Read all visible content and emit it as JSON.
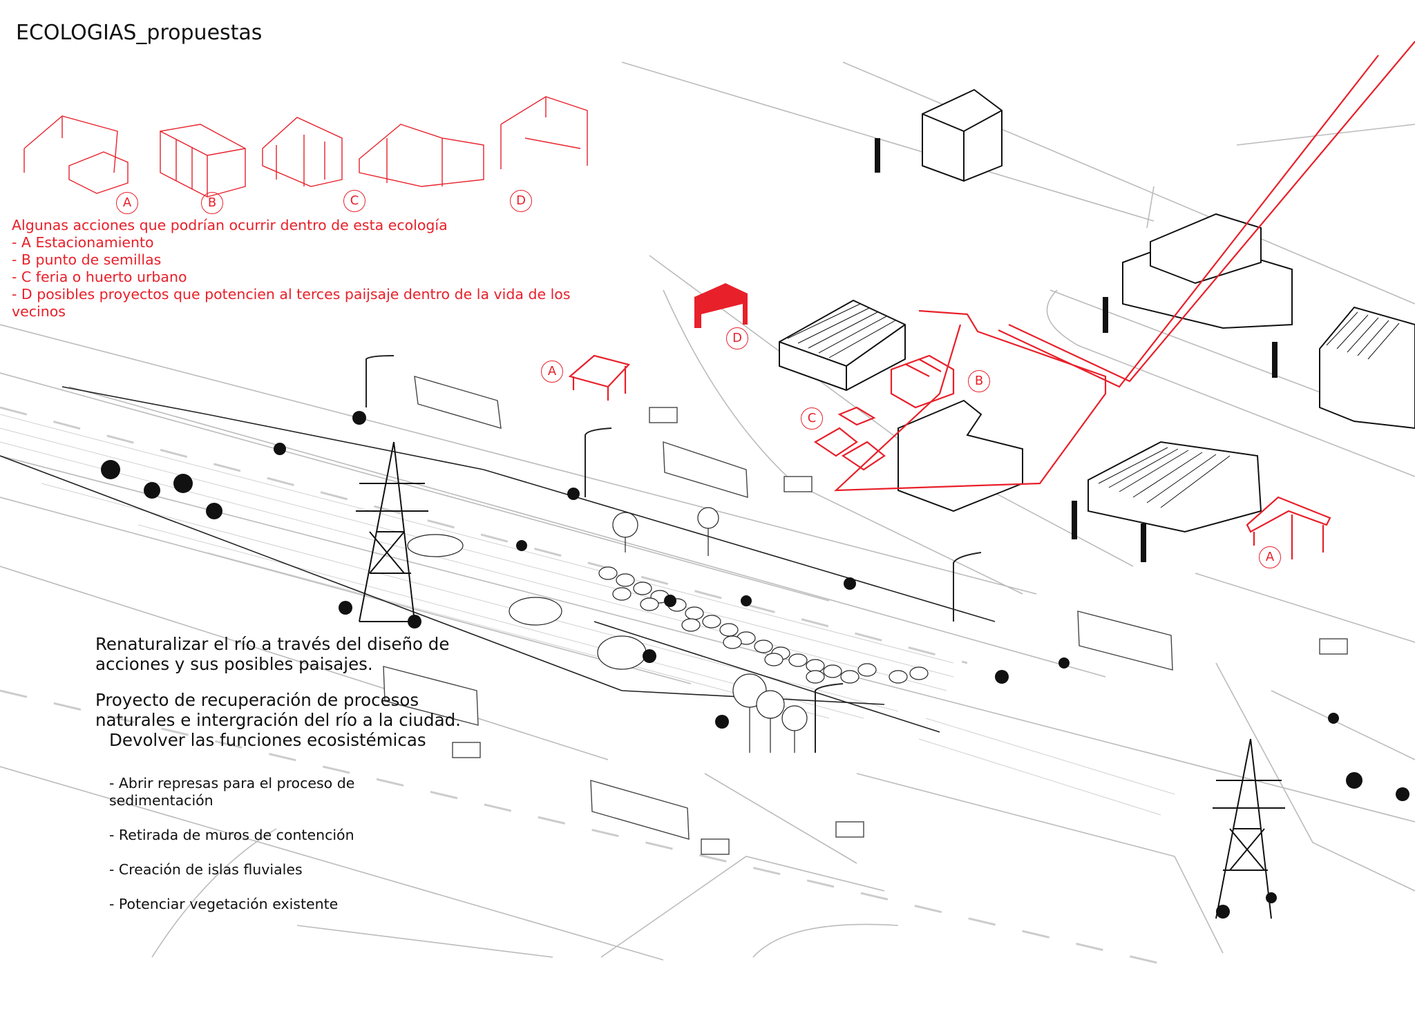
{
  "title": "ECOLOGIAS_propuestas",
  "legend_icons": [
    {
      "letter": "A",
      "icon": "parking-shelter-icon"
    },
    {
      "letter": "B",
      "icon": "seed-point-modules-icon"
    },
    {
      "letter": "C",
      "icon": "market-garden-icon"
    },
    {
      "letter": "D",
      "icon": "pergola-project-icon"
    }
  ],
  "actions": {
    "heading": "Algunas acciones que podrían ocurrir dentro de esta ecología",
    "items": [
      "-  A Estacionamiento",
      "-  B punto de semillas",
      "-  C feria o huerto urbano",
      "-  D posibles proyectos que potencien al terces paijsaje dentro de la vida de los",
      "vecinos"
    ]
  },
  "description": {
    "line1": "Renaturalizar el río a través del diseño de",
    "line2": "acciones y sus posibles paisajes.",
    "line3": "Proyecto de recuperación de procesos",
    "line4": "naturales e intergración del río a la ciudad.",
    "line5": "Devolver las funciones ecosistémicas",
    "list": [
      "- Abrir represas para el proceso de",
      "sedimentación",
      "- Retirada de muros de contención",
      "- Creación de islas fluviales",
      "- Potenciar vegetación existente"
    ]
  },
  "map_labels": [
    "D",
    "A",
    "B",
    "C",
    "A"
  ],
  "colors": {
    "accent": "#e8202a",
    "line": "#111111",
    "light_line": "#b8b8b8"
  }
}
